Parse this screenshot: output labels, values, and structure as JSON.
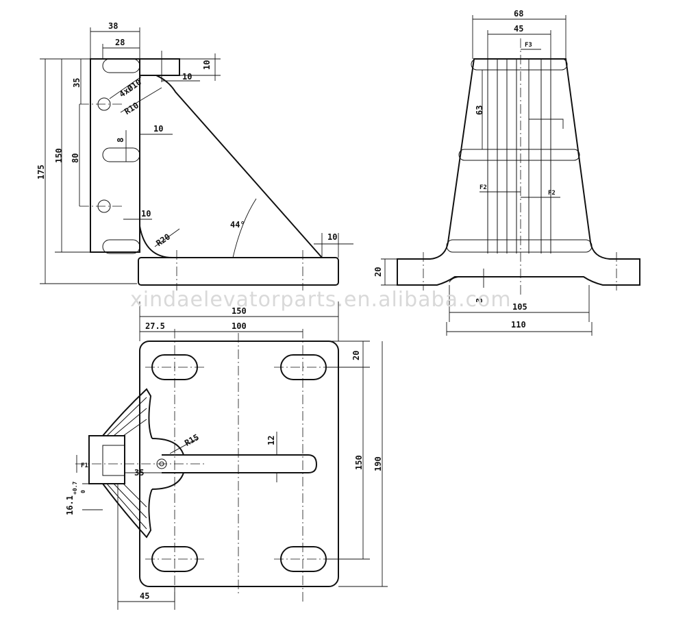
{
  "watermark": "xindaelevatorparts.en.alibaba.com",
  "side_view": {
    "dims": {
      "w38": "38",
      "w28": "28",
      "d10_top": "10",
      "d10_top2": "10",
      "holes": "4xØ10",
      "r10": "R10",
      "h35": "35",
      "h150": "150",
      "h175": "175",
      "h80": "80",
      "h8": "8",
      "d10_mid": "10",
      "d10_low": "10",
      "angle": "44°",
      "r20": "R20",
      "d10_right": "10"
    }
  },
  "front_view": {
    "dims": {
      "w68": "68",
      "w45": "45",
      "f3": "F3",
      "h63": "63",
      "f2_left": "F2",
      "f2_right": "F2",
      "h20": "20",
      "w105": "105",
      "w110": "110",
      "d3": "3"
    }
  },
  "top_view": {
    "dims": {
      "w150": "150",
      "w27_5": "27.5",
      "w100": "100",
      "h20": "20",
      "r15": "R15",
      "d12": "12",
      "f1": "F1",
      "d35": "35",
      "h150": "150",
      "h190": "190",
      "tol": "16.1",
      "tol_up": "+0.7",
      "tol_low": "0",
      "w45": "45"
    }
  }
}
